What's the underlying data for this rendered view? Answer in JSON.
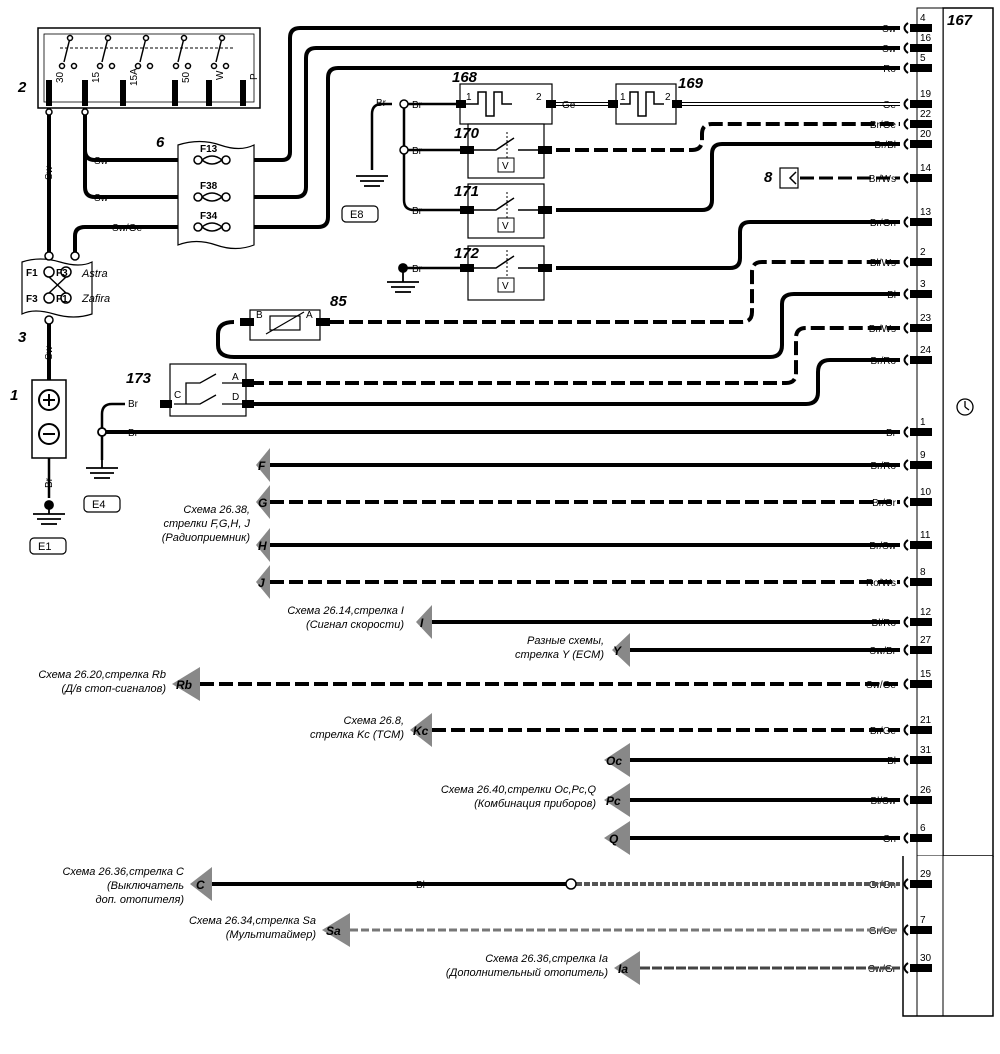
{
  "components": {
    "c1": "1",
    "c2": "2",
    "c3": "3",
    "c6": "6",
    "c8": "8",
    "c85": "85",
    "c167": "167",
    "c168": "168",
    "c169": "169",
    "c170": "170",
    "c171": "171",
    "c172": "172",
    "c173": "173"
  },
  "ignition_pins": [
    "30",
    "15",
    "15A",
    "50",
    "W",
    "P"
  ],
  "fuses": [
    "F13",
    "F38",
    "F34"
  ],
  "connector3": {
    "f1a": "F1",
    "f3a": "F3",
    "f3b": "F3",
    "f1b": "F1",
    "astra": "Astra",
    "zafira": "Zafira"
  },
  "grounds": {
    "e1": "E1",
    "e4": "E4",
    "e8": "E8"
  },
  "pin_letters": {
    "b": "B",
    "a": "A",
    "c": "C",
    "a2": "A",
    "d": "D",
    "p1": "1",
    "p2": "2",
    "p1b": "1",
    "p2b": "2",
    "v1": "V",
    "v2": "V",
    "v3": "V"
  },
  "wires": {
    "sw1": "Sw",
    "sw2": "Sw",
    "sw3": "Sw",
    "sw4": "Sw",
    "swge": "Sw/Ge",
    "br_e8": "Br",
    "br168": "Br",
    "br170": "Br",
    "br171": "Br",
    "br172": "Br",
    "ge168": "Ge",
    "br173": "Br",
    "br_e4": "Br",
    "br_e1": "Br"
  },
  "connector167_pins": [
    {
      "pin": "4",
      "wire": "Sw"
    },
    {
      "pin": "16",
      "wire": "Sw"
    },
    {
      "pin": "5",
      "wire": "Ro"
    },
    {
      "pin": "19",
      "wire": "Ge"
    },
    {
      "pin": "22",
      "wire": "Br/Ge"
    },
    {
      "pin": "20",
      "wire": "Br/Bl"
    },
    {
      "pin": "14",
      "wire": "Br/Ws"
    },
    {
      "pin": "13",
      "wire": "Br/Gn"
    },
    {
      "pin": "2",
      "wire": "Bl/Ws"
    },
    {
      "pin": "3",
      "wire": "Bl"
    },
    {
      "pin": "23",
      "wire": "Br/Ws"
    },
    {
      "pin": "24",
      "wire": "Br/Ro"
    },
    {
      "pin": "1",
      "wire": "Br"
    },
    {
      "pin": "9",
      "wire": "Br/Ro"
    },
    {
      "pin": "10",
      "wire": "Br/Gr"
    },
    {
      "pin": "11",
      "wire": "Br/Sw"
    },
    {
      "pin": "8",
      "wire": "Ro/Ws"
    },
    {
      "pin": "12",
      "wire": "Bl/Ro"
    },
    {
      "pin": "27",
      "wire": "Sw/Br"
    },
    {
      "pin": "15",
      "wire": "Sw/Ge"
    },
    {
      "pin": "21",
      "wire": "Br/Ge"
    },
    {
      "pin": "31",
      "wire": "Bl"
    },
    {
      "pin": "26",
      "wire": "Bl/Sw"
    },
    {
      "pin": "6",
      "wire": "Gn"
    },
    {
      "pin": "29",
      "wire": "Gr/Gn"
    },
    {
      "pin": "7",
      "wire": "Gr/Ge"
    },
    {
      "pin": "30",
      "wire": "Sw/Gr"
    }
  ],
  "bl_mid": "Bl",
  "arrows": {
    "F": "F",
    "G": "G",
    "H": "H",
    "J": "J",
    "I": "I",
    "Y": "Y",
    "Rb": "Rb",
    "Kc": "Kc",
    "Oc": "Oc",
    "Pc": "Pc",
    "Q": "Q",
    "C": "C",
    "Sa": "Sa",
    "Ia": "Ia"
  },
  "refs": {
    "radio": [
      "Схема 26.38,",
      "стрелки F,G,H, J",
      "(Радиоприемник)"
    ],
    "speed": [
      "Схема 26.14,стрелка I",
      "(Сигнал скорости)"
    ],
    "ecm": [
      "Разные схемы,",
      "стрелка Y (ECM)"
    ],
    "stop": [
      "Схема 26.20,стрелка Rb",
      "(Д/в стоп-сигналов)"
    ],
    "tcm": [
      "Схема 26.8,",
      "стрелка Kc (TCM)"
    ],
    "instr": [
      "Схема 26.40,стрелки Oc,Pc,Q",
      "(Комбинация приборов)"
    ],
    "heatsw": [
      "Схема 26.36,стрелка C",
      "(Выключатель",
      "доп. отопителя)"
    ],
    "timer": [
      "Схема 26.34,стрелка Sa",
      "(Мультитаймер)"
    ],
    "heater": [
      "Схема 26.36,стрелка Ia",
      "(Дополнительный отопитель)"
    ]
  }
}
